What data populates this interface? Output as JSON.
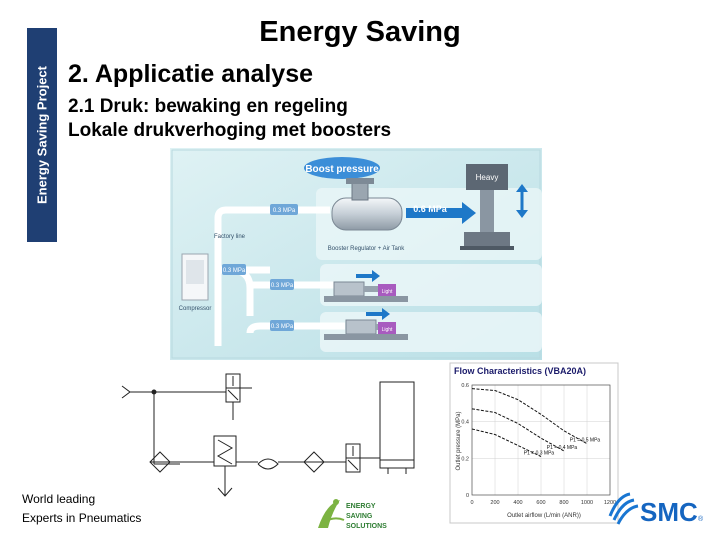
{
  "sidebar": {
    "label": "Energy Saving Project"
  },
  "header": {
    "title": "Energy Saving"
  },
  "section": {
    "heading": "2.  Applicatie analyse",
    "subheading": "2.1  Druk: bewaking en regeling",
    "description": "Lokale drukverhoging met boosters"
  },
  "diagram": {
    "boost_label": "Boost pressure",
    "heavy_label": "Heavy",
    "pressure_high": "0.6 MPa",
    "pressure_low": "0.3 MPa",
    "factory_line": "Factory line",
    "booster_caption": "Booster Regulator + Air Tank",
    "compressor_label": "Compressor",
    "light_label": "Light"
  },
  "chart_data": {
    "type": "line",
    "title": "Flow Characteristics (VBA20A)",
    "xlabel": "Outlet airflow (L/min (ANR))",
    "ylabel": "Outlet pressure (MPa)",
    "xlim": [
      0,
      1200
    ],
    "ylim": [
      0,
      0.6
    ],
    "x_ticks": [
      "0",
      "200",
      "400",
      "600",
      "800",
      "1000",
      "1200"
    ],
    "y_ticks": [
      "0",
      "0.2",
      "0.4",
      "0.6"
    ],
    "series": [
      {
        "name": "P1 = 0.5 MPa",
        "x": [
          0,
          200,
          400,
          600,
          800,
          1000
        ],
        "y": [
          0.58,
          0.57,
          0.52,
          0.44,
          0.35,
          0.28
        ]
      },
      {
        "name": "P1 = 0.4 MPa",
        "x": [
          0,
          200,
          400,
          600,
          800
        ],
        "y": [
          0.47,
          0.45,
          0.39,
          0.31,
          0.24
        ]
      },
      {
        "name": "P1 = 0.3 MPa",
        "x": [
          0,
          200,
          400,
          600
        ],
        "y": [
          0.36,
          0.33,
          0.27,
          0.21
        ]
      }
    ]
  },
  "footer": {
    "line1": "World leading",
    "line2": "Experts in Pneumatics",
    "logo_text": [
      "ENERGY",
      "SAVING",
      "SOLUTIONS"
    ],
    "brand": "SMC",
    "registered": "®"
  }
}
